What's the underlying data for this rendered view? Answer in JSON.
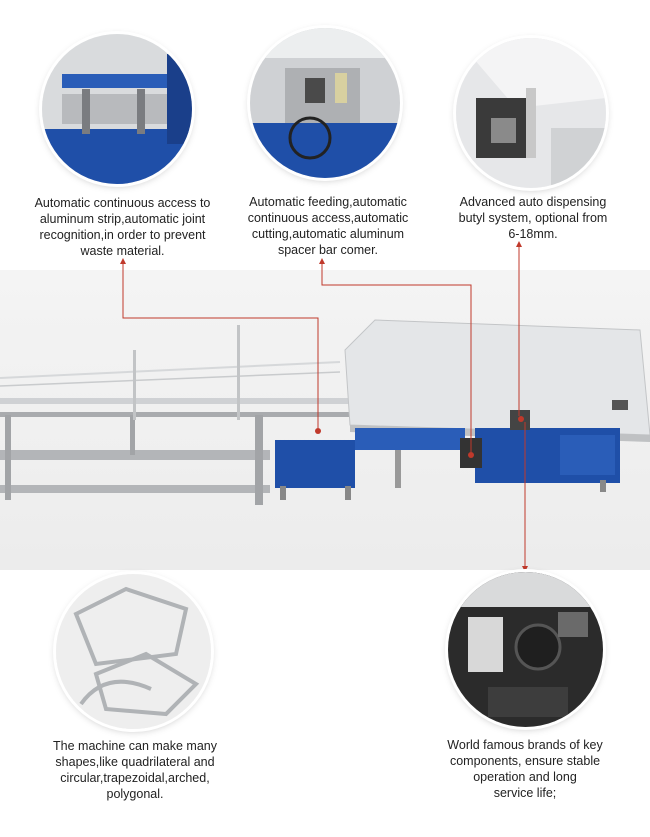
{
  "features": [
    {
      "caption": "Automatic continuous access to\naluminum strip,automatic joint\nrecognition,in order to prevent\nwaste material."
    },
    {
      "caption": "Automatic feeding,automatic\ncontinuous access,automatic\ncutting,automatic aluminum\nspacer bar comer."
    },
    {
      "caption": "Advanced auto dispensing\nbutyl system, optional from\n6-18mm."
    },
    {
      "caption": "The machine can make many\nshapes,like quadrilateral and\ncircular,trapezoidal,arched,\npolygonal."
    },
    {
      "caption": "World famous brands of key\ncomponents, ensure stable\noperation and long\nservice life;"
    }
  ],
  "colors": {
    "leader_line": "#c0392b",
    "machine_blue": "#1f4fa8",
    "frame_gray": "#b7b9bc"
  }
}
